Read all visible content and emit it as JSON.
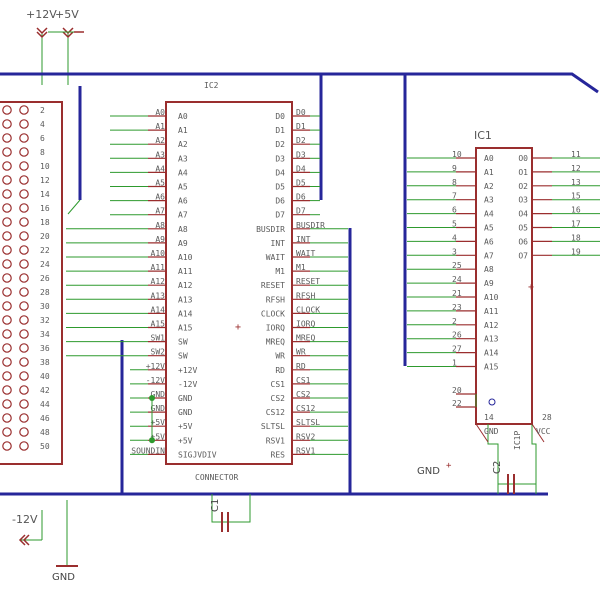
{
  "colors": {
    "wire": "#2e9a2e",
    "bus": "#26269a",
    "part": "#9a2e2e",
    "text": "#5a5a5a",
    "junction": "#2e9a2e"
  },
  "power": {
    "p12_label": "+12V",
    "p5_label": "+5V",
    "m12_label": "-12V",
    "gnd_label": "GND",
    "gnd2_label": "GND"
  },
  "connector": {
    "pin_numbers": [
      "2",
      "4",
      "6",
      "8",
      "10",
      "12",
      "14",
      "16",
      "18",
      "20",
      "22",
      "24",
      "26",
      "28",
      "30",
      "32",
      "34",
      "36",
      "38",
      "40",
      "42",
      "44",
      "46",
      "48",
      "50"
    ]
  },
  "ic2": {
    "name": "IC2",
    "left_pins": [
      "A0",
      "A1",
      "A2",
      "A3",
      "A4",
      "A5",
      "A6",
      "A7",
      "A8",
      "A9",
      "A10",
      "A11",
      "A12",
      "A13",
      "A14",
      "A15",
      "SW",
      "SW",
      "+12V",
      "-12V",
      "GND",
      "GND",
      "+5V",
      "+5V",
      "SIGJVDIV"
    ],
    "right_pins": [
      "D0",
      "D1",
      "D2",
      "D3",
      "D4",
      "D5",
      "D6",
      "D7",
      "BUSDIR",
      "INT",
      "WAIT",
      "M1",
      "RESET",
      "RFSH",
      "CLOCK",
      "IORQ",
      "MREQ",
      "WR",
      "RD",
      "CS1",
      "CS2",
      "CS12",
      "SLTSL",
      "RSV1",
      "RES"
    ],
    "left_signals": [
      "A0",
      "A1",
      "A2",
      "A3",
      "A4",
      "A5",
      "A6",
      "A7",
      "A8",
      "A9",
      "A10",
      "A11",
      "A12",
      "A13",
      "A14",
      "A15",
      "SW1",
      "SW2",
      "+12V",
      "-12V",
      "GND",
      "GND",
      "+5V",
      "+5V",
      "SOUNDIN"
    ],
    "right_signals": [
      "D0",
      "D1",
      "D2",
      "D3",
      "D4",
      "D5",
      "D6",
      "D7",
      "BUSDIR",
      "INT",
      "WAIT",
      "M1",
      "RESET",
      "RFSH",
      "CLOCK",
      "IORQ",
      "MREQ",
      "WR",
      "RD",
      "CS1",
      "CS2",
      "CS12",
      "SLTSL",
      "RSV2",
      "RSV1"
    ],
    "value": "CONNECTOR"
  },
  "ic1": {
    "name": "IC1",
    "left_pins": [
      "A0",
      "A1",
      "A2",
      "A3",
      "A4",
      "A5",
      "A6",
      "A7",
      "A8",
      "A9",
      "A10",
      "A11",
      "A12",
      "A13",
      "A14",
      "A15"
    ],
    "pin_numbers": [
      "10",
      "9",
      "8",
      "7",
      "6",
      "5",
      "4",
      "3",
      "25",
      "24",
      "21",
      "23",
      "2",
      "26",
      "27",
      "1"
    ],
    "right_pins": [
      "O0",
      "O1",
      "O2",
      "O3",
      "O4",
      "O5",
      "O6",
      "O7"
    ],
    "out_numbers": [
      "11",
      "12",
      "13",
      "15",
      "16",
      "17",
      "18",
      "19"
    ],
    "ctrl_numbers": [
      "20",
      "22"
    ],
    "bottom_pins": [
      "GND",
      "VCC"
    ],
    "bottom_numbers": [
      "14",
      "28"
    ],
    "label_rot": "IC1P"
  },
  "c1": {
    "name": "C1"
  },
  "c2": {
    "name": "C2"
  }
}
